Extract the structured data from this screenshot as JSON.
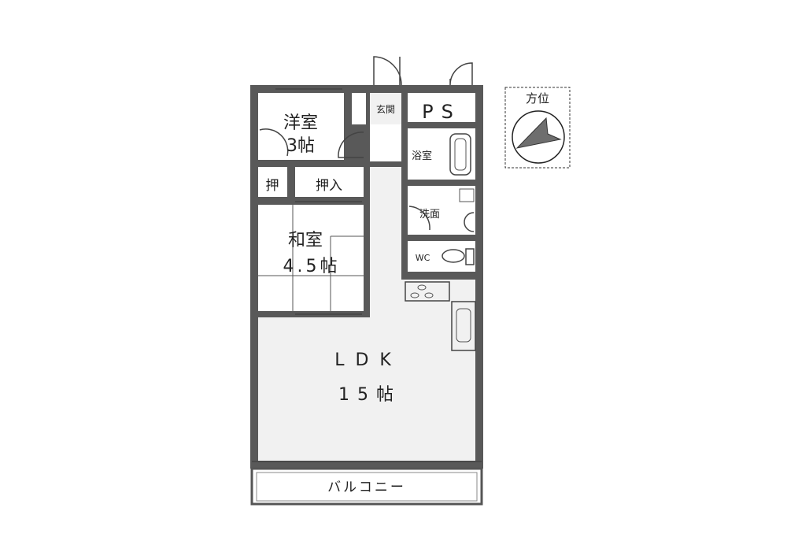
{
  "rooms": {
    "western_room": {
      "name": "洋室",
      "size": "3帖"
    },
    "entrance": "玄関",
    "ps": "PS",
    "bath": "浴室",
    "closet_small": "押",
    "closet": "押入",
    "washroom": "洗面",
    "japanese_room": {
      "name": "和室",
      "size": "4.5帖"
    },
    "wc": "WC",
    "ldk": {
      "name": "LDK",
      "size": "15帖"
    },
    "balcony": "バルコニー"
  },
  "compass": {
    "label": "方位"
  },
  "colors": {
    "wall": "#595959",
    "line": "#444444"
  }
}
